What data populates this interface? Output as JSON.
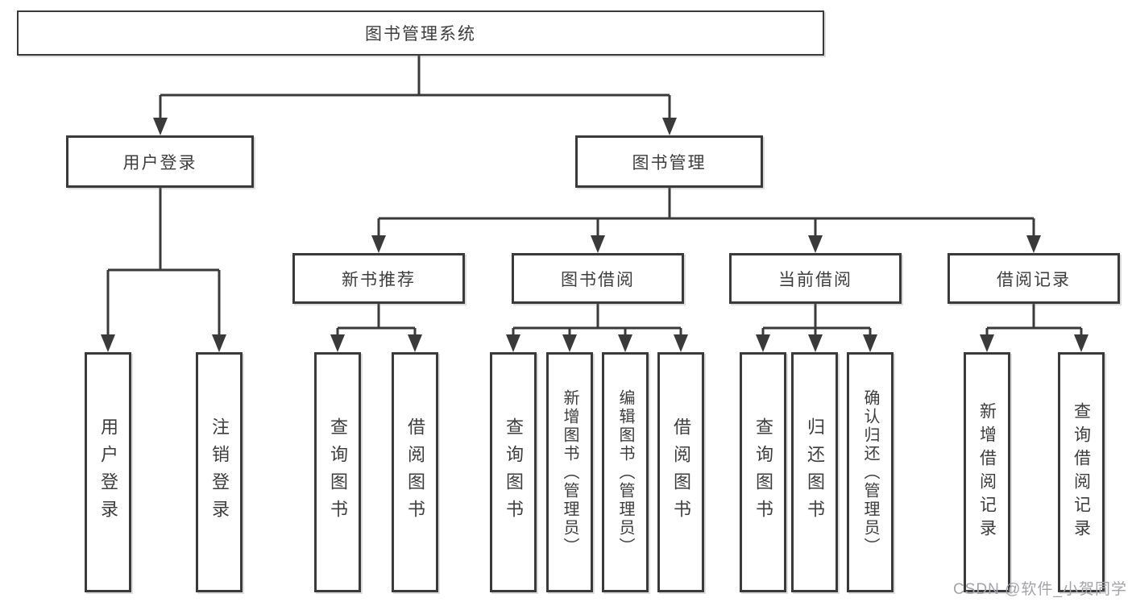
{
  "diagram": {
    "root": {
      "label": "图书管理系统"
    },
    "level2": [
      {
        "label": "用户登录",
        "children": [
          {
            "label": "用户登录"
          },
          {
            "label": "注销登录"
          }
        ]
      },
      {
        "label": "图书管理",
        "children": [
          {
            "label": "新书推荐",
            "children": [
              {
                "label": "查询图书"
              },
              {
                "label": "借阅图书"
              }
            ]
          },
          {
            "label": "图书借阅",
            "children": [
              {
                "label": "查询图书"
              },
              {
                "label": "新增图书（管理员）"
              },
              {
                "label": "编辑图书（管理员）"
              },
              {
                "label": "借阅图书"
              }
            ]
          },
          {
            "label": "当前借阅",
            "children": [
              {
                "label": "查询图书"
              },
              {
                "label": "归还图书"
              },
              {
                "label": "确认归还（管理员）"
              }
            ]
          },
          {
            "label": "借阅记录",
            "children": [
              {
                "label": "新增借阅记录"
              },
              {
                "label": "查询借阅记录"
              }
            ]
          }
        ]
      }
    ]
  },
  "watermark": {
    "text": "CSDN @软件_小贺同学"
  },
  "colors": {
    "line": "#3a3a3a",
    "box_border": "#3a3a3a",
    "text": "#3d3d3d",
    "watermark": "#a3a3a8",
    "background": "#ffffff"
  }
}
